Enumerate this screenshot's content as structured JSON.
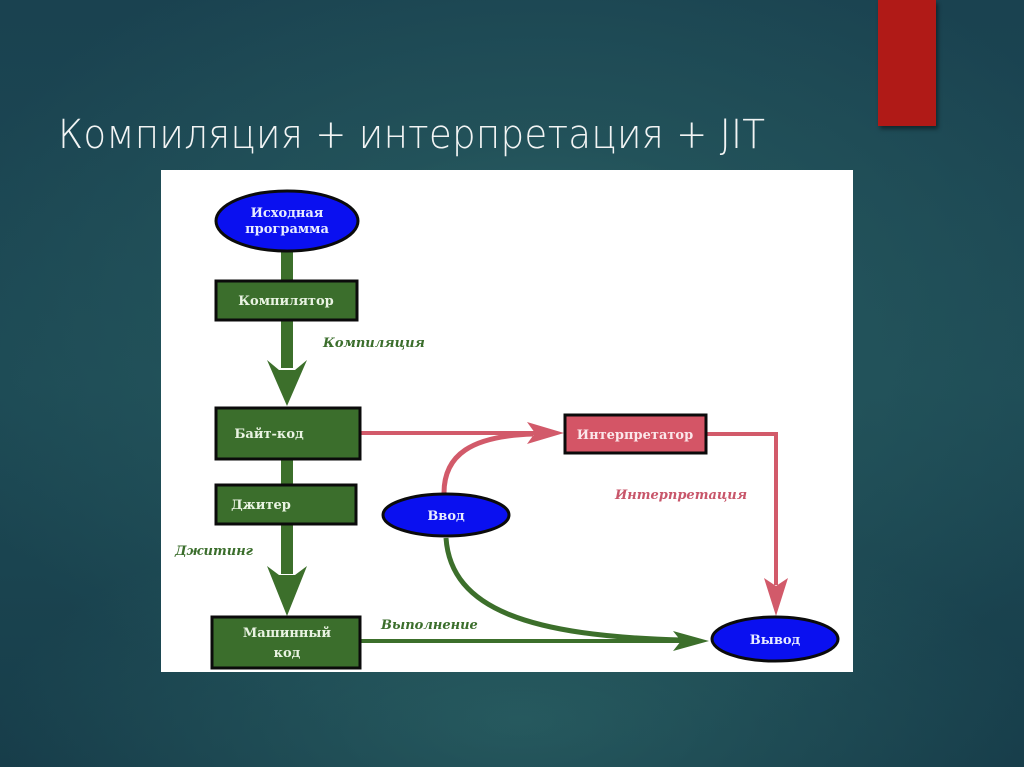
{
  "slide": {
    "title": "Компиляция + интерпретация + JIT",
    "accent_color": "#b01a17",
    "background_color": "#1d4a55"
  },
  "diagram": {
    "colors": {
      "green_fill": "#3b6e2c",
      "green_edge": "#3c6f2b",
      "blue_fill": "#0a10f0",
      "red_fill": "#d45566",
      "red_edge": "#d25a6a",
      "border": "#0b0b0b"
    },
    "nodes": {
      "source": {
        "line1": "Исходная",
        "line2": "программа",
        "shape": "ellipse"
      },
      "compiler": {
        "label": "Компилятор",
        "shape": "rectangle"
      },
      "bytecode": {
        "label": "Байт-код",
        "shape": "rectangle"
      },
      "jitter": {
        "label": "Джитер",
        "shape": "rectangle"
      },
      "machine_code": {
        "line1": "Машинный",
        "line2": "код",
        "shape": "rectangle"
      },
      "interpreter": {
        "label": "Интерпретатор",
        "shape": "rectangle"
      },
      "input": {
        "label": "Ввод",
        "shape": "ellipse"
      },
      "output": {
        "label": "Вывод",
        "shape": "ellipse"
      }
    },
    "edges": {
      "compilation": {
        "label": "Компиляция",
        "from": "compiler",
        "to": "bytecode"
      },
      "jitting": {
        "label": "Джитинг",
        "from": "jitter",
        "to": "machine_code"
      },
      "execution": {
        "label": "Выполнение",
        "from": "machine_code",
        "to": "output"
      },
      "interpretation": {
        "label": "Интерпретация",
        "from": "interpreter",
        "to": "output"
      },
      "bytecode_to_interpreter": {
        "label": "",
        "from": "bytecode",
        "to": "interpreter"
      },
      "input_to_interpreter": {
        "label": "",
        "from": "input",
        "to": "interpreter"
      },
      "input_to_output": {
        "label": "",
        "from": "input",
        "to": "output"
      }
    }
  }
}
